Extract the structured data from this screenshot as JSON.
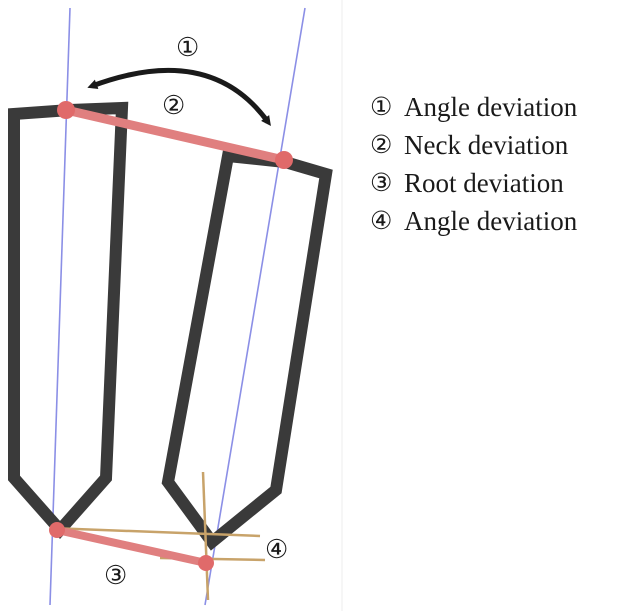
{
  "diagram": {
    "markers": {
      "m1": "①",
      "m2": "②",
      "m3": "③",
      "m4": "④"
    },
    "legend": [
      {
        "num": "①",
        "label": "Angle deviation"
      },
      {
        "num": "②",
        "label": "Neck deviation"
      },
      {
        "num": "③",
        "label": "Root deviation"
      },
      {
        "num": "④",
        "label": "Angle deviation"
      }
    ],
    "colors": {
      "implant_outline": "#3a3a3a",
      "axis_line": "#8b8fe6",
      "deviation_bar": "#e07f7f",
      "deviation_dot": "#e06a6a",
      "crosshair": "#c8a36a",
      "arrow": "#1a1a1a"
    }
  }
}
